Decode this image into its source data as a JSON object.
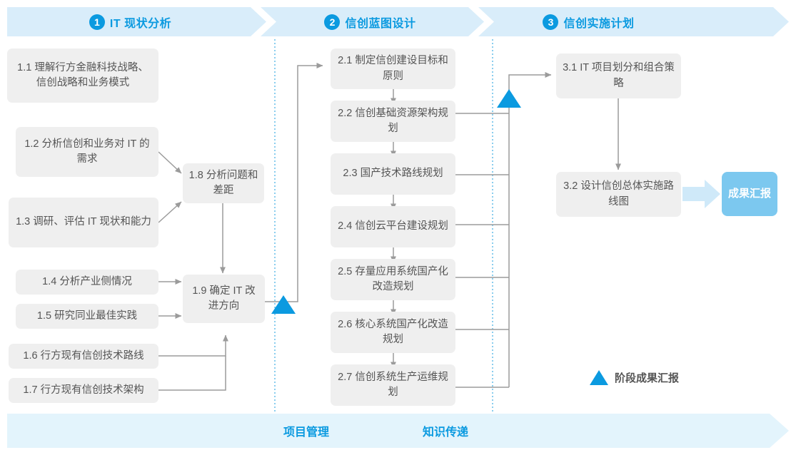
{
  "phases": [
    {
      "number": "1",
      "title": "IT 现状分析"
    },
    {
      "number": "2",
      "title": "信创蓝图设计"
    },
    {
      "number": "3",
      "title": "信创实施计划"
    }
  ],
  "phase1_tasks": [
    {
      "id": "1.1",
      "label": "1.1 理解行方金融科技战略、信创战略和业务模式"
    },
    {
      "id": "1.2",
      "label": "1.2 分析信创和业务对 IT 的需求"
    },
    {
      "id": "1.3",
      "label": "1.3 调研、评估 IT 现状和能力"
    },
    {
      "id": "1.4",
      "label": "1.4 分析产业侧情况"
    },
    {
      "id": "1.5",
      "label": "1.5 研究同业最佳实践"
    },
    {
      "id": "1.6",
      "label": "1.6 行方现有信创技术路线"
    },
    {
      "id": "1.7",
      "label": "1.7 行方现有信创技术架构"
    },
    {
      "id": "1.8",
      "label": "1.8 分析问题和差距"
    },
    {
      "id": "1.9",
      "label": "1.9 确定 IT 改进方向"
    }
  ],
  "phase2_tasks": [
    {
      "id": "2.1",
      "label": "2.1 制定信创建设目标和原则"
    },
    {
      "id": "2.2",
      "label": "2.2 信创基础资源架构规划"
    },
    {
      "id": "2.3",
      "label": "2.3 国产技术路线规划"
    },
    {
      "id": "2.4",
      "label": "2.4 信创云平台建设规划"
    },
    {
      "id": "2.5",
      "label": "2.5 存量应用系统国产化改造规划"
    },
    {
      "id": "2.6",
      "label": "2.6 核心系统国产化改造规划"
    },
    {
      "id": "2.7",
      "label": "2.7 信创系统生产运维规划"
    }
  ],
  "phase3_tasks": [
    {
      "id": "3.1",
      "label": "3.1 IT 项目划分和组合策略"
    },
    {
      "id": "3.2",
      "label": "3.2 设计信创总体实施路线图"
    }
  ],
  "deliverable": {
    "label": "成果汇报"
  },
  "legend": {
    "label": "阶段成果汇报"
  },
  "footer": {
    "items": [
      {
        "label": "项目管理"
      },
      {
        "label": "知识传递"
      }
    ]
  },
  "colors": {
    "accent": "#0b9ae0",
    "band": "#d9edfa",
    "footer_band": "#e3f4fc",
    "box_fill": "#efefef",
    "box_text": "#555555",
    "deliverable_fill": "#7cc8ef",
    "connector": "#9b9b9b",
    "divider": "#58b8e6"
  }
}
